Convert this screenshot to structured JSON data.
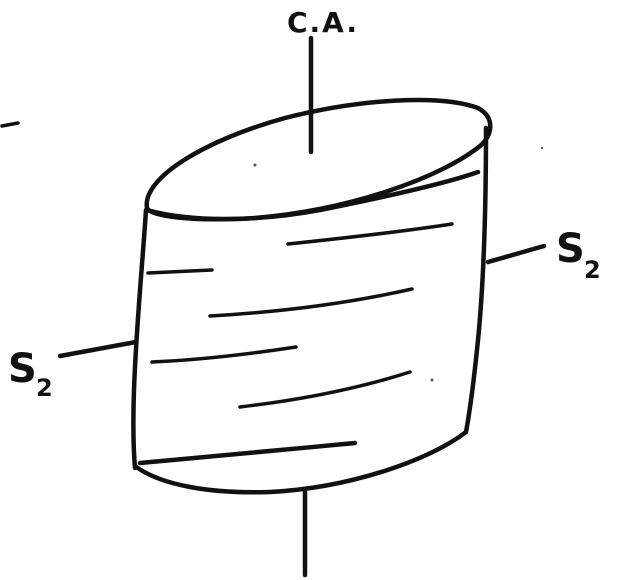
{
  "labels": {
    "top_axis": "C.A.",
    "right_axis": "S",
    "right_axis_subscript": "2",
    "left_axis": "S",
    "left_axis_subscript": "2"
  },
  "colors": {
    "ink": "#111111",
    "paper": "#ffffff"
  }
}
